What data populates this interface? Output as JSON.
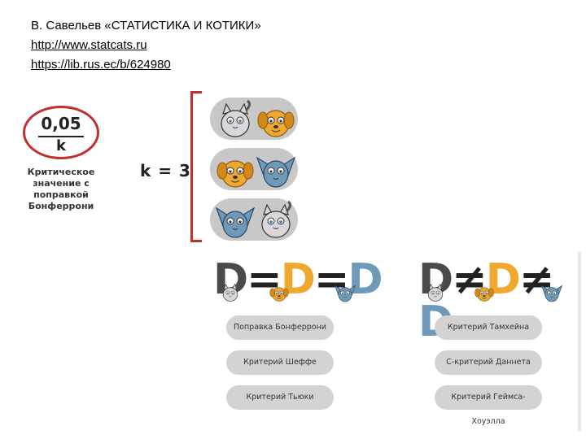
{
  "header": {
    "title": "В. Савельев «СТАТИСТИКА И КОТИКИ»",
    "link1": "http://www.statcats.ru",
    "link2": "https://lib.rus.ec/b/624980"
  },
  "critical": {
    "numerator": "0,05",
    "denominator": "k",
    "caption_line1": "Критическое",
    "caption_line2": "значение с",
    "caption_line3": "поправкой",
    "caption_line4": "Бонферрони"
  },
  "k_label": "k = 3",
  "left_formula": {
    "d1": "D",
    "op1": "=",
    "d2": "D",
    "op2": "=",
    "d3": "D"
  },
  "right_formula": {
    "d1": "D",
    "op1": "≠",
    "d2": "D",
    "op2": "≠",
    "d3": "D"
  },
  "left_tests": [
    "Поправка Бонферрони",
    "Критерий Шеффе",
    "Критерий Тьюки"
  ],
  "right_tests": [
    "Критерий Тамхейна",
    "С-критерий Даннета",
    "Критерий Геймса-Хоуэлла"
  ],
  "colors": {
    "accent_red": "#c0302c",
    "cat_gray": "#d8d8d8",
    "cat_orange": "#f0a830",
    "cat_blue": "#6f99b8",
    "d_dark": "#4a4a4a",
    "d_orange": "#f0a830",
    "d_blue": "#6f99b8",
    "operator": "#222222"
  },
  "icons": [
    "gray-cat-icon",
    "orange-dog-icon",
    "blue-cat-icon"
  ]
}
